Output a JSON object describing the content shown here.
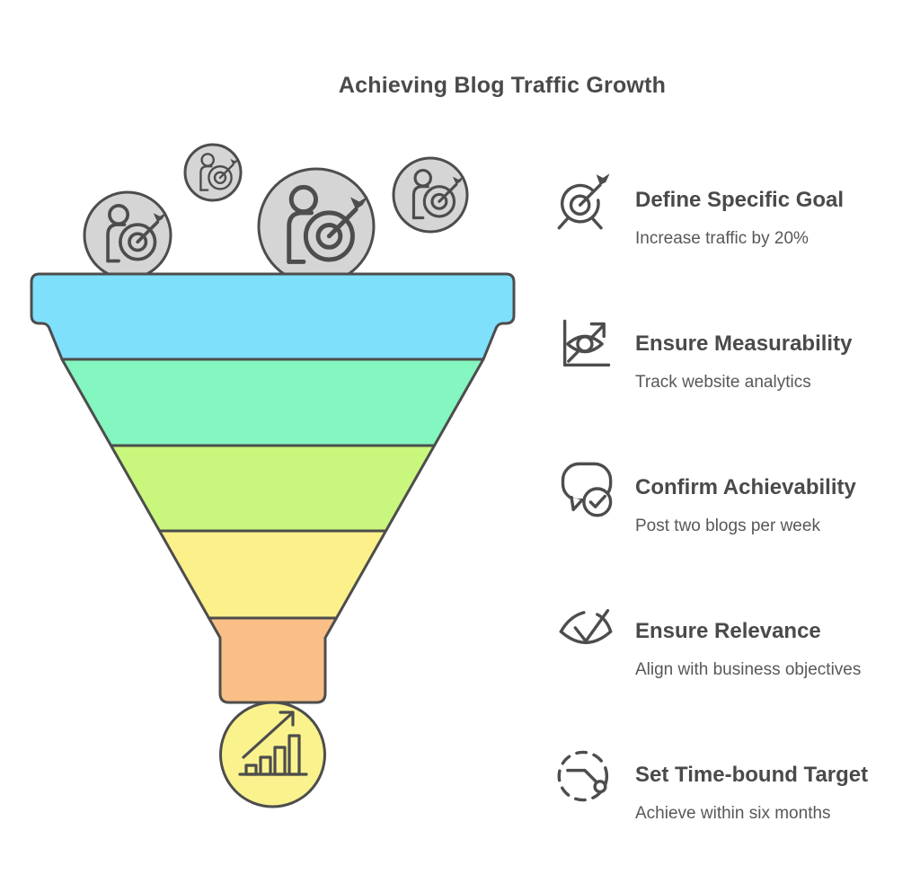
{
  "title": "Achieving Blog Traffic Growth",
  "steps": [
    {
      "title": "Define Specific Goal",
      "subtitle": "Increase traffic by 20%",
      "icon": "target-arrow-icon"
    },
    {
      "title": "Ensure Measurability",
      "subtitle": "Track website analytics",
      "icon": "eye-analytics-icon"
    },
    {
      "title": "Confirm Achievability",
      "subtitle": "Post two blogs per week",
      "icon": "chat-check-icon"
    },
    {
      "title": "Ensure Relevance",
      "subtitle": "Align with business objectives",
      "icon": "eye-check-icon"
    },
    {
      "title": "Set Time-bound Target",
      "subtitle": "Achieve within six months",
      "icon": "dashed-clock-icon"
    }
  ],
  "funnel": {
    "band_count": 5,
    "top_circle_count": 4,
    "top_circle_icon": "person-target-icon",
    "bulb_icon": "bar-chart-growth-icon"
  },
  "colors": {
    "background": "#ffffff",
    "outline": "#4d4d4d",
    "band_blue": "#7ee0fb",
    "band_green": "#84f6bf",
    "band_lime": "#c9f67c",
    "band_yellow": "#fcf08b",
    "band_orange": "#f9bf86",
    "bulb_yellow": "#faf28d",
    "circle_gray": "#d5d5d5",
    "title_text": "#4a4a4a",
    "subtitle_text": "#585858"
  }
}
